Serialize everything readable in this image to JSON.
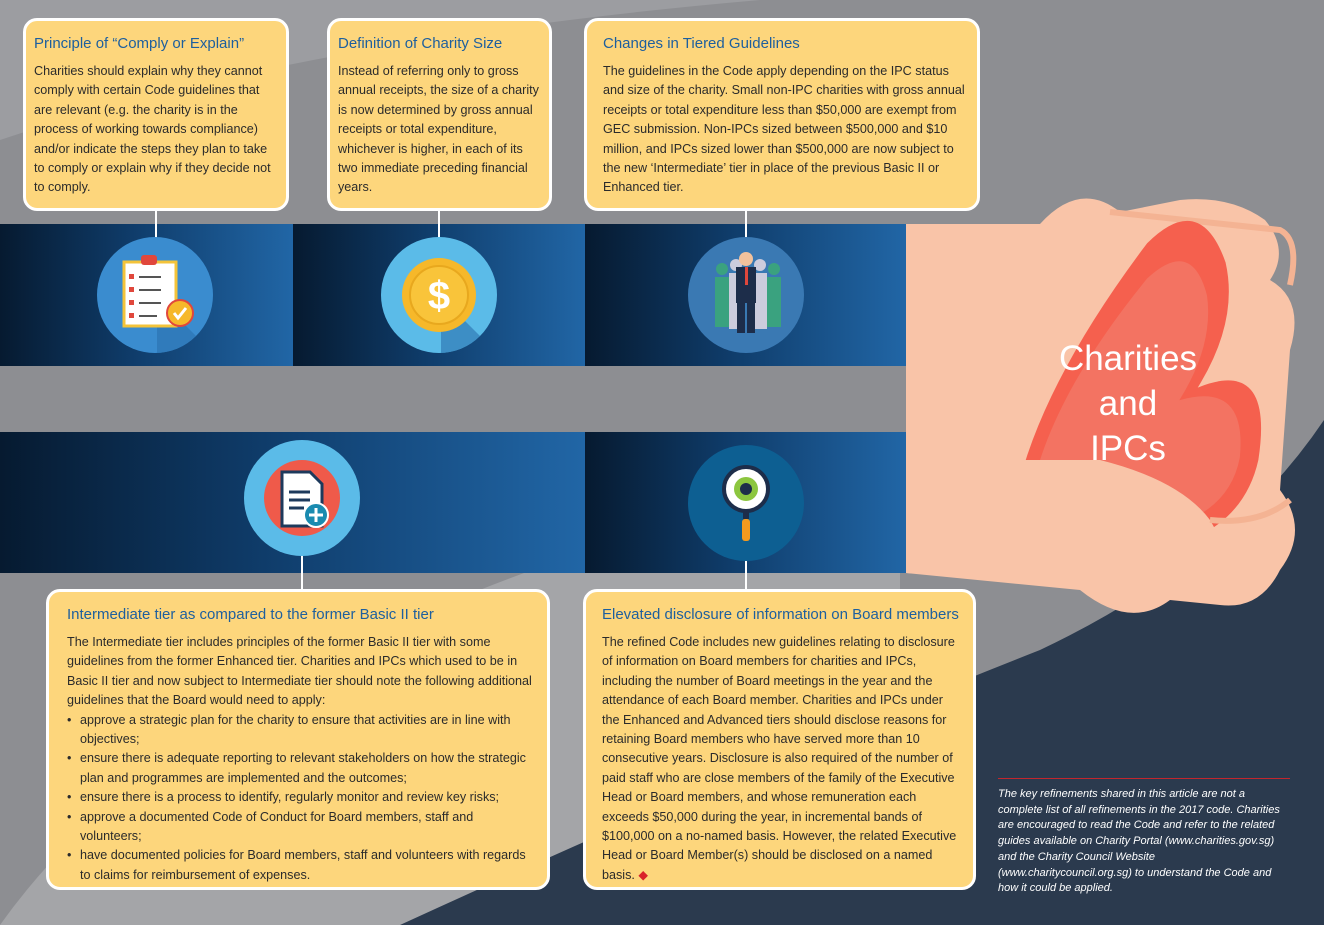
{
  "boxes": {
    "comply": {
      "title": "Principle of “Comply or Explain”",
      "body": "Charities should explain why they cannot comply with certain Code guidelines that are relevant (e.g. the charity is in the process of working towards compliance) and/or indicate the steps they plan to take to comply or explain why if they decide not to comply."
    },
    "size": {
      "title": "Definition of Charity Size",
      "body": "Instead of referring only to gross annual receipts, the size of a charity is now determined by gross annual receipts or total expenditure, whichever is higher, in each of its two immediate preceding financial years."
    },
    "tiered": {
      "title": "Changes in Tiered Guidelines",
      "body": "The guidelines in the Code apply depending on the IPC status and size of the charity. Small non-IPC charities with gross annual receipts or total expenditure less than $50,000 are exempt from GEC submission. Non-IPCs sized between $500,000 and $10 million, and IPCs sized lower than $500,000 are now subject to the new ‘Intermediate’ tier in place of the previous Basic II or Enhanced tier."
    },
    "intermediate": {
      "title": "Intermediate tier as compared to the former Basic II tier",
      "body": "The Intermediate tier includes principles of the former Basic II tier with some guidelines from the former Enhanced tier. Charities and IPCs which used to be in Basic II tier and now subject to Intermediate tier should note the following additional guidelines that the Board would need to apply:",
      "bullets": [
        "approve a strategic plan for the charity to ensure that activities are in line with objectives;",
        "ensure there is adequate reporting to relevant stakeholders on how the strategic plan and programmes are implemented and the outcomes;",
        "ensure there is a process to identify, regularly monitor and review key risks;",
        "approve a documented Code of Conduct for Board members, staff and volunteers;",
        "have documented policies for Board members, staff and volunteers with regards to claims for reimbursement  of expenses."
      ]
    },
    "disclosure": {
      "title": "Elevated disclosure of information on Board members",
      "body": "The refined Code includes new guidelines relating to disclosure of information on Board members for charities and IPCs, including the number of Board meetings in the year and the attendance of each Board member. Charities and IPCs under the Enhanced and Advanced tiers should disclose reasons for retaining Board members who have served more than 10 consecutive years. Disclosure is also required of the number of paid staff who are close members of the family of the Executive Head or Board members, and whose remuneration each exceeds $50,000 during the year, in incremental bands of $100,000 on a no-named basis. However, the related Executive Head or Board Member(s) should be disclosed on a named basis.",
      "end_mark": "◆"
    }
  },
  "heart": {
    "line1": "Charities",
    "line2": "and",
    "line3": "IPCs"
  },
  "footnote": "The key refinements shared in this article are not a complete list of all refinements in the 2017 code. Charities are encouraged to read the Code and refer to the related guides available on Charity Portal (www.charities.gov.sg) and the Charity Council Website (www.charitycouncil.org.sg) to understand the Code and how it could be applied.",
  "colors": {
    "yellow": "#fdd67c",
    "title_blue": "#1d5f9e",
    "heart": "#f5604e",
    "skin": "#f9c4a8",
    "navy": "#2b3a4e"
  }
}
